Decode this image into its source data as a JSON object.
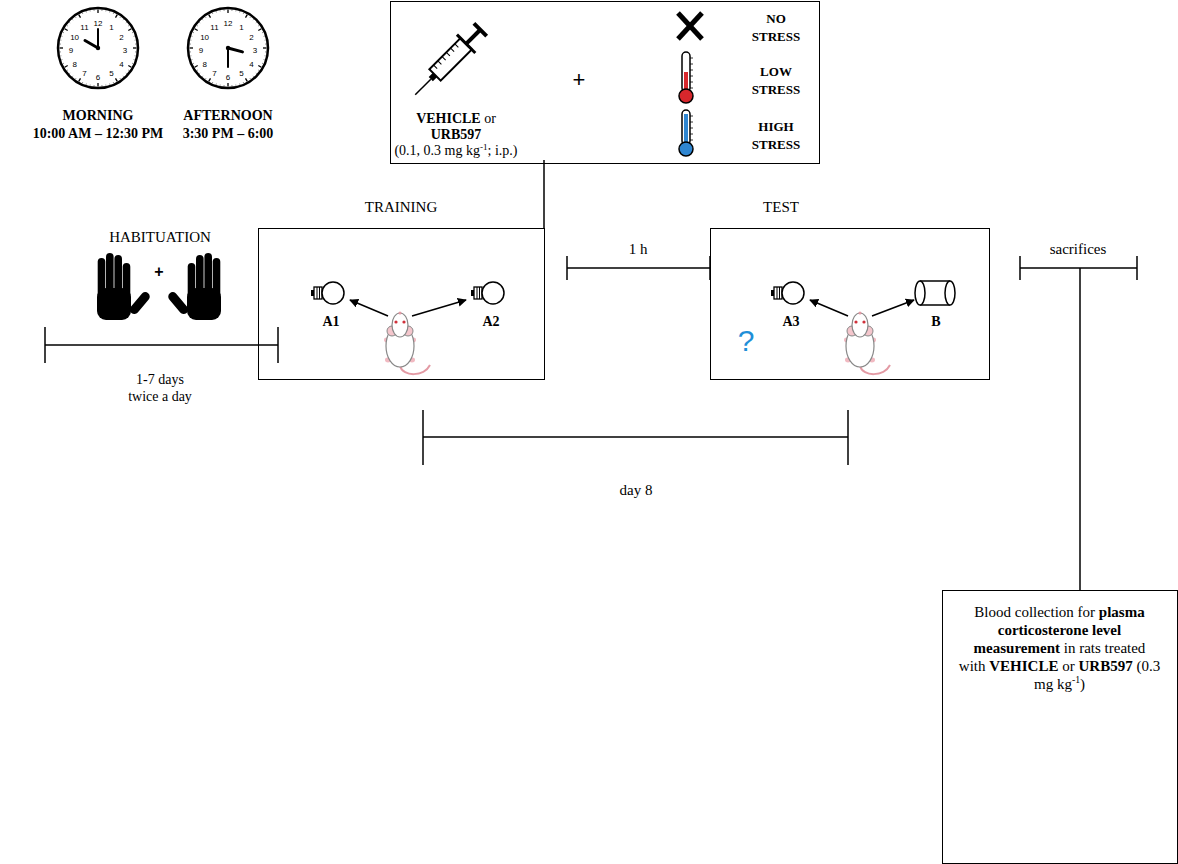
{
  "diagram": {
    "nodes": [
      {
        "text": [
          "VEHICLE",
          "or",
          "URB597",
          "(0.1, 0.3 mg kg",
          "-1",
          "; i.p.)",
          "+",
          "NO STRESS",
          "LOW STRESS",
          "HIGH STRESS"
        ]
      },
      {
        "text": [
          "TRAINING",
          "A1",
          "A2"
        ]
      },
      {
        "text": [
          "TEST",
          "A3",
          "B",
          "?"
        ]
      },
      {
        "text": [
          "Blood collection for",
          "plasma corticosterone level measurement",
          "in rats treated with",
          "VEHICLE",
          "or",
          "URB597",
          "(0.3 mg kg",
          "-1",
          ")"
        ]
      }
    ],
    "labels": [
      "12",
      "1",
      "2",
      "3",
      "4",
      "5",
      "6",
      "7",
      "8",
      "9",
      "10",
      "11",
      "12",
      "1",
      "2",
      "3",
      "4",
      "5",
      "6",
      "7",
      "8",
      "9",
      "10",
      "11",
      "MORNING",
      "10:00 AM – 12:30 PM",
      "AFTERNOON",
      "3:30 PM – 6:00",
      "HABITUATION",
      "+",
      "1-7 days",
      "twice a day",
      "1 h",
      "day 8",
      "sacrifices"
    ]
  }
}
